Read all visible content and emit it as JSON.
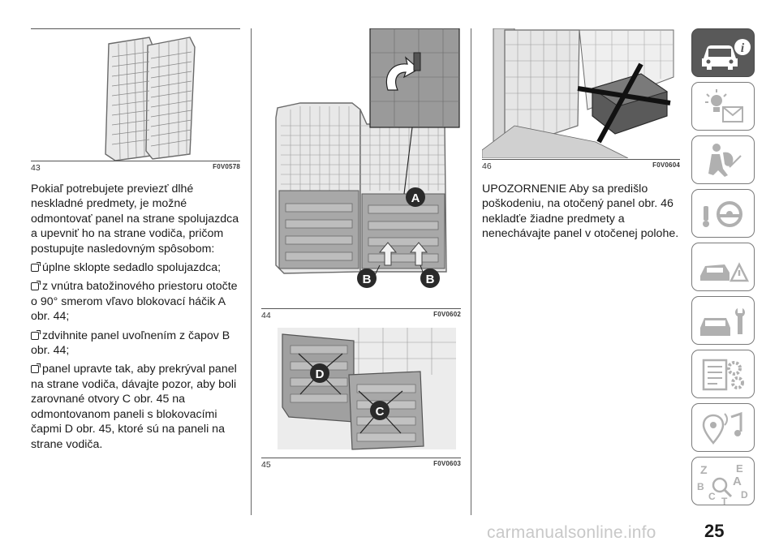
{
  "figures": [
    {
      "number": "43",
      "code": "F0V0578"
    },
    {
      "number": "44",
      "code": "F0V0602",
      "callouts": [
        "A",
        "B",
        "B"
      ]
    },
    {
      "number": "45",
      "code": "F0V0603",
      "callouts": [
        "D",
        "C"
      ]
    },
    {
      "number": "46",
      "code": "F0V0604"
    }
  ],
  "left_column": {
    "intro": "Pokiaľ potrebujete previezť dlhé neskladné predmety, je možné odmontovať panel na strane spolujazdca a upevniť ho na strane vodiča, pričom postupujte nasledovným spôsobom:",
    "steps": [
      "úplne sklopte sedadlo spolujazdca;",
      "z vnútra batožinového priestoru otočte o 90° smerom vľavo blokovací háčik A obr. 44;",
      "zdvihnite panel uvoľnením z čapov B obr. 44;",
      "panel upravte tak, aby prekrýval panel na strane vodiča, dávajte pozor, aby boli zarovnané otvory C obr. 45 na odmontovanom paneli s blokovacími čapmi D obr. 45, ktoré sú na paneli na strane vodiča."
    ]
  },
  "right_column": {
    "warning": "UPOZORNENIE Aby sa predišlo poškodeniu, na otočený panel obr. 46 nekladťe žiadne predmety a nenechávajte panel v otočenej polohe."
  },
  "side_nav": {
    "icons": [
      "car-info-icon",
      "warning-lights-icon",
      "airbag-safety-icon",
      "steering-wheel-icon",
      "emergency-icon",
      "maintenance-icon",
      "technical-data-icon",
      "multimedia-icon",
      "index-icon"
    ],
    "active_index": 0
  },
  "page_number": "25",
  "watermark": "carmanualsonline.info"
}
